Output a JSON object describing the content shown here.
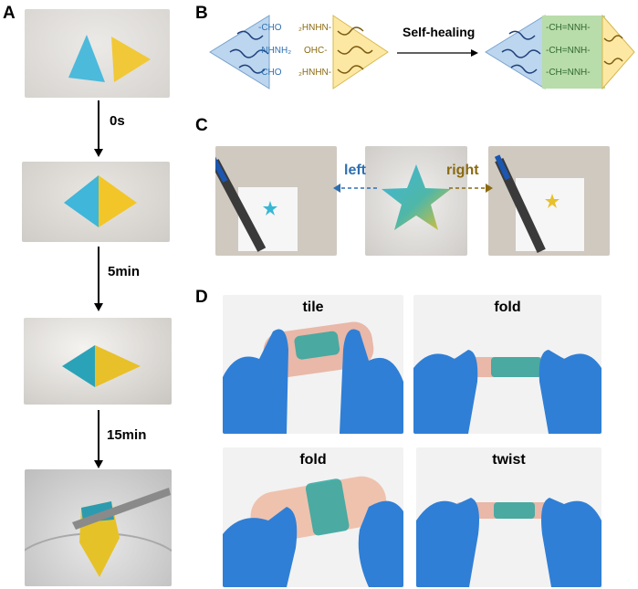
{
  "panels": {
    "a": {
      "letter": "A",
      "steps": [
        "0s",
        "5min",
        "15min"
      ]
    },
    "b": {
      "letter": "B",
      "left_blue_groups": [
        "-CHO",
        "-NHNH₂",
        "-CHO"
      ],
      "left_yellow_groups": [
        "₂HNHN-",
        "OHC-",
        "₂HNHN-"
      ],
      "arrow_label": "Self-healing",
      "product_groups": [
        "-CH=NNH-",
        "-CH=NNH-",
        "-CH=NNH-"
      ]
    },
    "c": {
      "letter": "C",
      "left_label": "left",
      "right_label": "right"
    },
    "d": {
      "letter": "D",
      "photo_labels": [
        "tile",
        "fold",
        "fold",
        "twist"
      ]
    }
  },
  "colors": {
    "blue": "#2e6fb0",
    "brown": "#8a6a10",
    "gel_blue": "#3fb3d6",
    "gel_yellow": "#f2c628",
    "glove": "#2f7fd6",
    "green": "#b9dcab"
  }
}
